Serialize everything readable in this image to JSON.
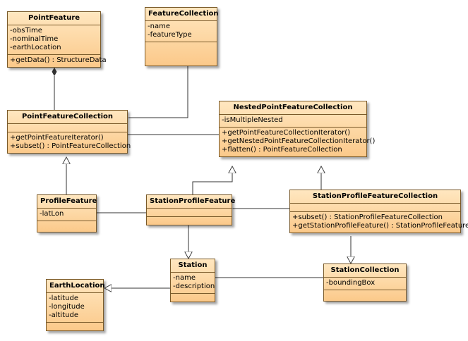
{
  "classes": {
    "point_feature": {
      "name": "PointFeature",
      "attributes": [
        "-obsTime",
        "-nominalTime",
        "-earthLocation"
      ],
      "operations": [
        "+getData() : StructureData"
      ]
    },
    "feature_collection": {
      "name": "FeatureCollection",
      "attributes": [
        "-name",
        "-featureType"
      ],
      "operations": []
    },
    "point_feature_collection": {
      "name": "PointFeatureCollection",
      "attributes": [],
      "operations": [
        "+getPointFeatureIterator()",
        "+subset() : PointFeatureCollection"
      ]
    },
    "nested_point_feature_collection": {
      "name": "NestedPointFeatureCollection",
      "attributes": [
        "-isMultipleNested"
      ],
      "operations": [
        "+getPointFeatureCollectionIterator()",
        "+getNestedPointFeatureCollectionIterator()",
        "+flatten() : PointFeatureCollection"
      ]
    },
    "profile_feature": {
      "name": "ProfileFeature",
      "attributes": [
        "-latLon"
      ],
      "operations": []
    },
    "station_profile_feature": {
      "name": "StationProfileFeature",
      "attributes": [],
      "operations": []
    },
    "station_profile_feature_collection": {
      "name": "StationProfileFeatureCollection",
      "attributes": [],
      "operations": [
        "+subset() : StationProfileFeatureCollection",
        "+getStationProfileFeature() : StationProfileFeature"
      ]
    },
    "station": {
      "name": "Station",
      "attributes": [
        "-name",
        "-description"
      ],
      "operations": []
    },
    "earth_location": {
      "name": "EarthLocation",
      "attributes": [
        "-latitude",
        "-longitude",
        "-altitude"
      ],
      "operations": []
    },
    "station_collection": {
      "name": "StationCollection",
      "attributes": [
        "-boundingBox"
      ],
      "operations": []
    }
  },
  "colors": {
    "fill_top": "#ffe7c0",
    "fill_bottom": "#fbc98a",
    "border": "#7a5a2a",
    "line": "#333333"
  }
}
